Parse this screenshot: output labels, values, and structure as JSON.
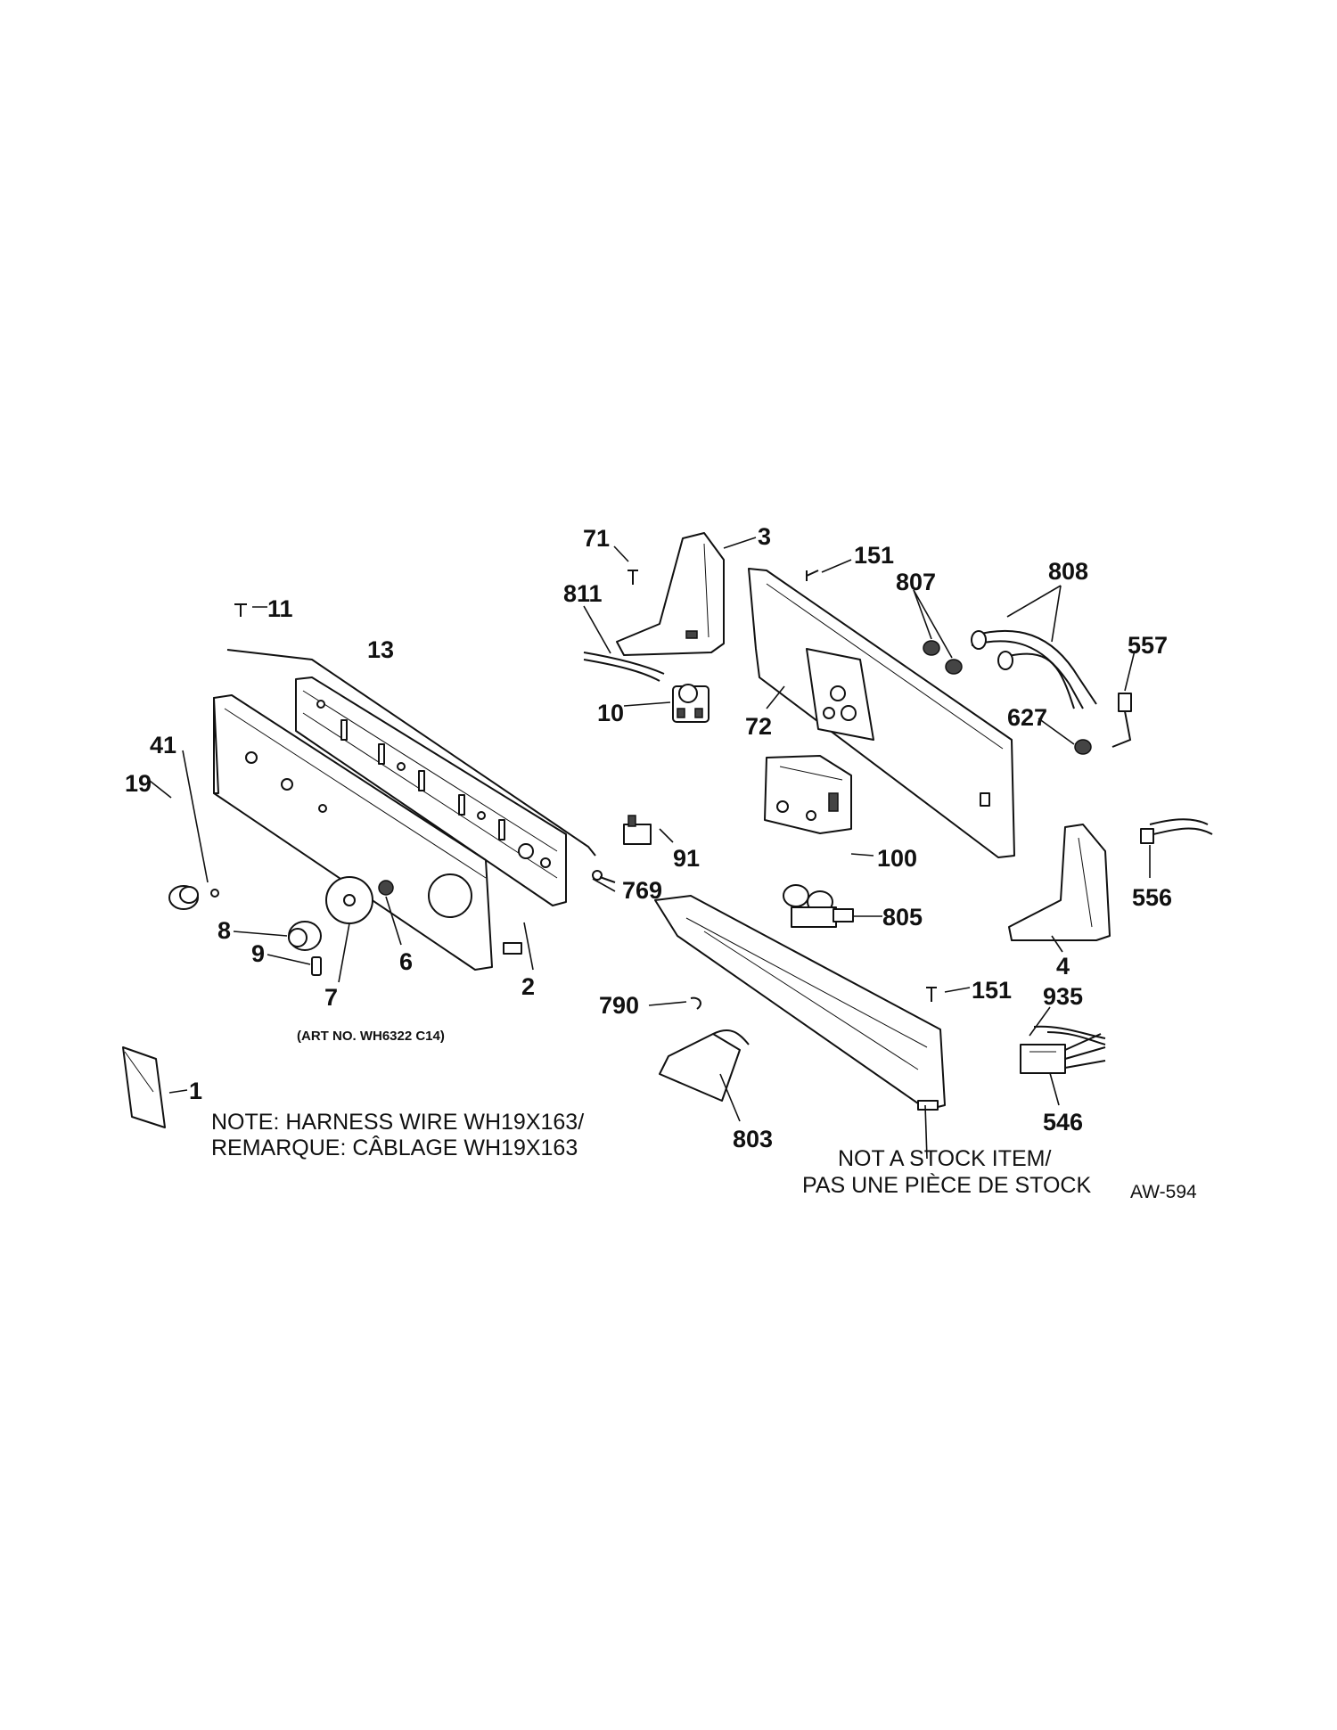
{
  "diagram": {
    "art_number": "(ART NO. WH6322 C14)",
    "code": "AW-594",
    "note": {
      "line1": "NOTE: HARNESS WIRE WH19X163/",
      "line2": "REMARQUE: CÂBLAGE WH19X163"
    },
    "stock_note": {
      "line1": "NOT A STOCK ITEM/",
      "line2": "PAS UNE PIÈCE DE STOCK"
    },
    "parts": [
      {
        "id": "p71",
        "label": "71"
      },
      {
        "id": "p3",
        "label": "3"
      },
      {
        "id": "p151a",
        "label": "151"
      },
      {
        "id": "p807",
        "label": "807"
      },
      {
        "id": "p808",
        "label": "808"
      },
      {
        "id": "p811",
        "label": "811"
      },
      {
        "id": "p11",
        "label": "11"
      },
      {
        "id": "p13",
        "label": "13"
      },
      {
        "id": "p557",
        "label": "557"
      },
      {
        "id": "p10",
        "label": "10"
      },
      {
        "id": "p72",
        "label": "72"
      },
      {
        "id": "p627",
        "label": "627"
      },
      {
        "id": "p41",
        "label": "41"
      },
      {
        "id": "p19",
        "label": "19"
      },
      {
        "id": "p91",
        "label": "91"
      },
      {
        "id": "p100",
        "label": "100"
      },
      {
        "id": "p769",
        "label": "769"
      },
      {
        "id": "p556",
        "label": "556"
      },
      {
        "id": "p9",
        "label": "9"
      },
      {
        "id": "p805",
        "label": "805"
      },
      {
        "id": "p8",
        "label": "8"
      },
      {
        "id": "p4",
        "label": "4"
      },
      {
        "id": "p6",
        "label": "6"
      },
      {
        "id": "p7",
        "label": "7"
      },
      {
        "id": "p2",
        "label": "2"
      },
      {
        "id": "p151b",
        "label": "151"
      },
      {
        "id": "p935",
        "label": "935"
      },
      {
        "id": "p790",
        "label": "790"
      },
      {
        "id": "p1",
        "label": "1"
      },
      {
        "id": "p546",
        "label": "546"
      },
      {
        "id": "p803",
        "label": "803"
      }
    ]
  }
}
